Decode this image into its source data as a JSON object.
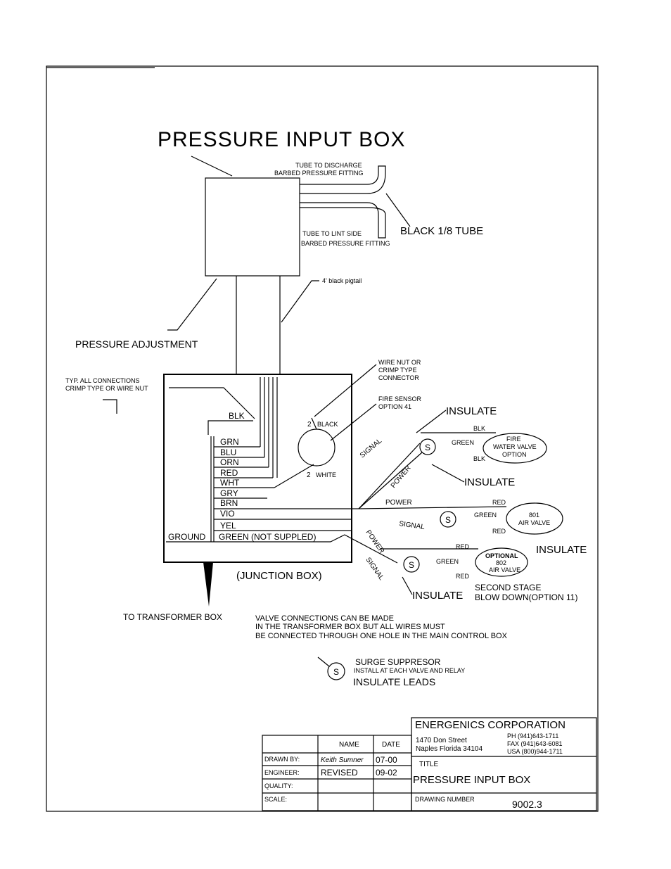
{
  "title": "PRESSURE INPUT BOX",
  "tube_top": [
    "TUBE TO DISCHARGE",
    "BARBED PRESSURE FITTING"
  ],
  "tube_bottom": [
    "TUBE TO LINT  SIDE",
    "BARBED PRESSURE FITTING"
  ],
  "black_tube": "BLACK 1/8 TUBE",
  "pigtail": "4' black pigtail",
  "pressure_adjustment": "PRESSURE ADJUSTMENT",
  "typ_connections": [
    "TYP. ALL CONNECTIONS",
    "CRIMP TYPE OR WIRE NUT"
  ],
  "wire_nut": [
    "WIRE NUT OR",
    "CRIMP TYPE",
    "CONNECTOR"
  ],
  "fire_sensor": [
    "FIRE SENSOR",
    "OPTION 41"
  ],
  "wires": {
    "blk": "BLK",
    "list": [
      "GRN",
      "BLU",
      "ORN",
      "RED",
      "WHT",
      "GRY",
      "BRN",
      "VIO",
      "YEL"
    ],
    "ground": "GROUND",
    "green_ns": "GREEN (NOT SUPPLED)",
    "black": "BLACK",
    "white": "WHITE",
    "two_a": "2",
    "two_b": "2"
  },
  "junction_box": "(JUNCTION BOX)",
  "to_transformer": "TO TRANSFORMER BOX",
  "labels": {
    "insulate": "INSULATE",
    "signal": "SIGNAL",
    "power": "POWER",
    "blk": "BLK",
    "green": "GREEN",
    "red": "RED",
    "s": "S"
  },
  "fire_valve": [
    "FIRE",
    "WATER VALVE",
    "OPTION"
  ],
  "air_valve_801": [
    "801",
    "AIR VALVE"
  ],
  "air_valve_802": [
    "OPTIONAL",
    "802",
    "AIR VALVE"
  ],
  "second_stage": [
    "SECOND STAGE",
    "BLOW DOWN(OPTION 11)"
  ],
  "valve_note": [
    "VALVE CONNECTIONS CAN BE MADE",
    "IN THE TRANSFORMER BOX BUT ALL WIRES MUST",
    "BE CONNECTED THROUGH ONE HOLE IN THE MAIN CONTROL BOX"
  ],
  "surge": [
    "SURGE SUPPRESOR",
    "INSTALL AT EACH VALVE AND RELAY",
    "INSULATE LEADS"
  ],
  "titleblock": {
    "company": "ENERGENICS CORPORATION",
    "address1": "1470 Don Street",
    "address2": "Naples Florida 34104",
    "ph": "PH (941)643-1711",
    "fax": "FAX (941)643-6081",
    "usa": "USA (800)944-1711",
    "name_hdr": "NAME",
    "date_hdr": "DATE",
    "drawn_by": "DRAWN BY:",
    "engineer": "ENGINEER:",
    "quality": "QUALITY:",
    "scale": "SCALE:",
    "drawn_name": "Keith Sumner",
    "drawn_date": "07-00",
    "eng_name": "REVISED",
    "eng_date": "09-02",
    "title_label": "TITLE",
    "title_value": "PRESSURE INPUT BOX",
    "drawing_number_label": "DRAWING NUMBER",
    "drawing_number": "9002.3"
  }
}
